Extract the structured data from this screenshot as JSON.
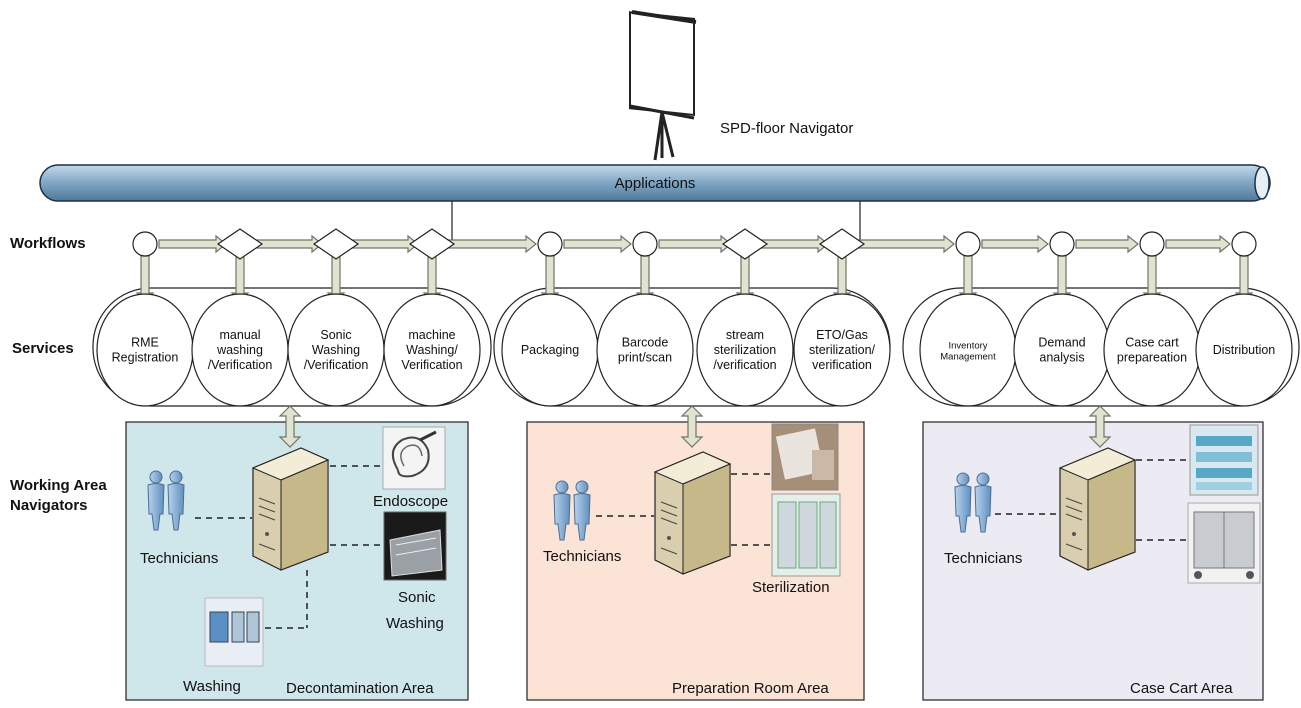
{
  "navigator": {
    "label": "SPD-floor Navigator"
  },
  "bus": {
    "label": "Applications"
  },
  "row_labels": {
    "workflows": "Workflows",
    "services": "Services",
    "working_area_line1": "Working Area",
    "working_area_line2": "Navigators"
  },
  "services": [
    {
      "id": "rme",
      "lines": [
        "RME",
        "Registration"
      ]
    },
    {
      "id": "manual",
      "lines": [
        "manual",
        "washing",
        "/Verification"
      ]
    },
    {
      "id": "sonic",
      "lines": [
        "Sonic",
        "Washing",
        "/Verification"
      ]
    },
    {
      "id": "machine",
      "lines": [
        "machine",
        "Washing/",
        "Verification"
      ]
    },
    {
      "id": "packaging",
      "lines": [
        "Packaging"
      ]
    },
    {
      "id": "barcode",
      "lines": [
        "Barcode",
        "print/scan"
      ]
    },
    {
      "id": "stream",
      "lines": [
        "stream",
        "sterilization",
        "/verification"
      ]
    },
    {
      "id": "eto",
      "lines": [
        "ETO/Gas",
        "sterilization/",
        "verification"
      ]
    },
    {
      "id": "inventory",
      "lines": [
        "Inventory",
        "Management"
      ],
      "small": true
    },
    {
      "id": "demand",
      "lines": [
        "Demand",
        "analysis"
      ]
    },
    {
      "id": "casecart",
      "lines": [
        "Case cart",
        "prepareation"
      ]
    },
    {
      "id": "distribution",
      "lines": [
        "Distribution"
      ]
    }
  ],
  "workflow_nodes": [
    "circle",
    "diamond",
    "diamond",
    "diamond",
    "circle",
    "circle",
    "diamond",
    "diamond",
    "circle",
    "circle",
    "circle",
    "circle"
  ],
  "areas": [
    {
      "id": "decontamination",
      "title": "Decontamination Area",
      "color": "#cfe6ea",
      "technicians": "Technicians",
      "equipment": [
        "Endoscope",
        "Sonic",
        "Washing",
        "Washing"
      ]
    },
    {
      "id": "preparation",
      "title": "Preparation Room Area",
      "color": "#fbe3d6",
      "technicians": "Technicians",
      "equipment": [
        "Sterilization"
      ]
    },
    {
      "id": "casecart",
      "title": "Case Cart Area",
      "color": "#ecebf3",
      "technicians": "Technicians",
      "equipment": []
    }
  ],
  "colors": {
    "bus_fill": "#7fa6c4",
    "arrow_fill": "#dfe3cf",
    "arrow_stroke": "#6f7466",
    "tech_fill": "#8fb4d8",
    "server_fill": "#efe6c8"
  }
}
